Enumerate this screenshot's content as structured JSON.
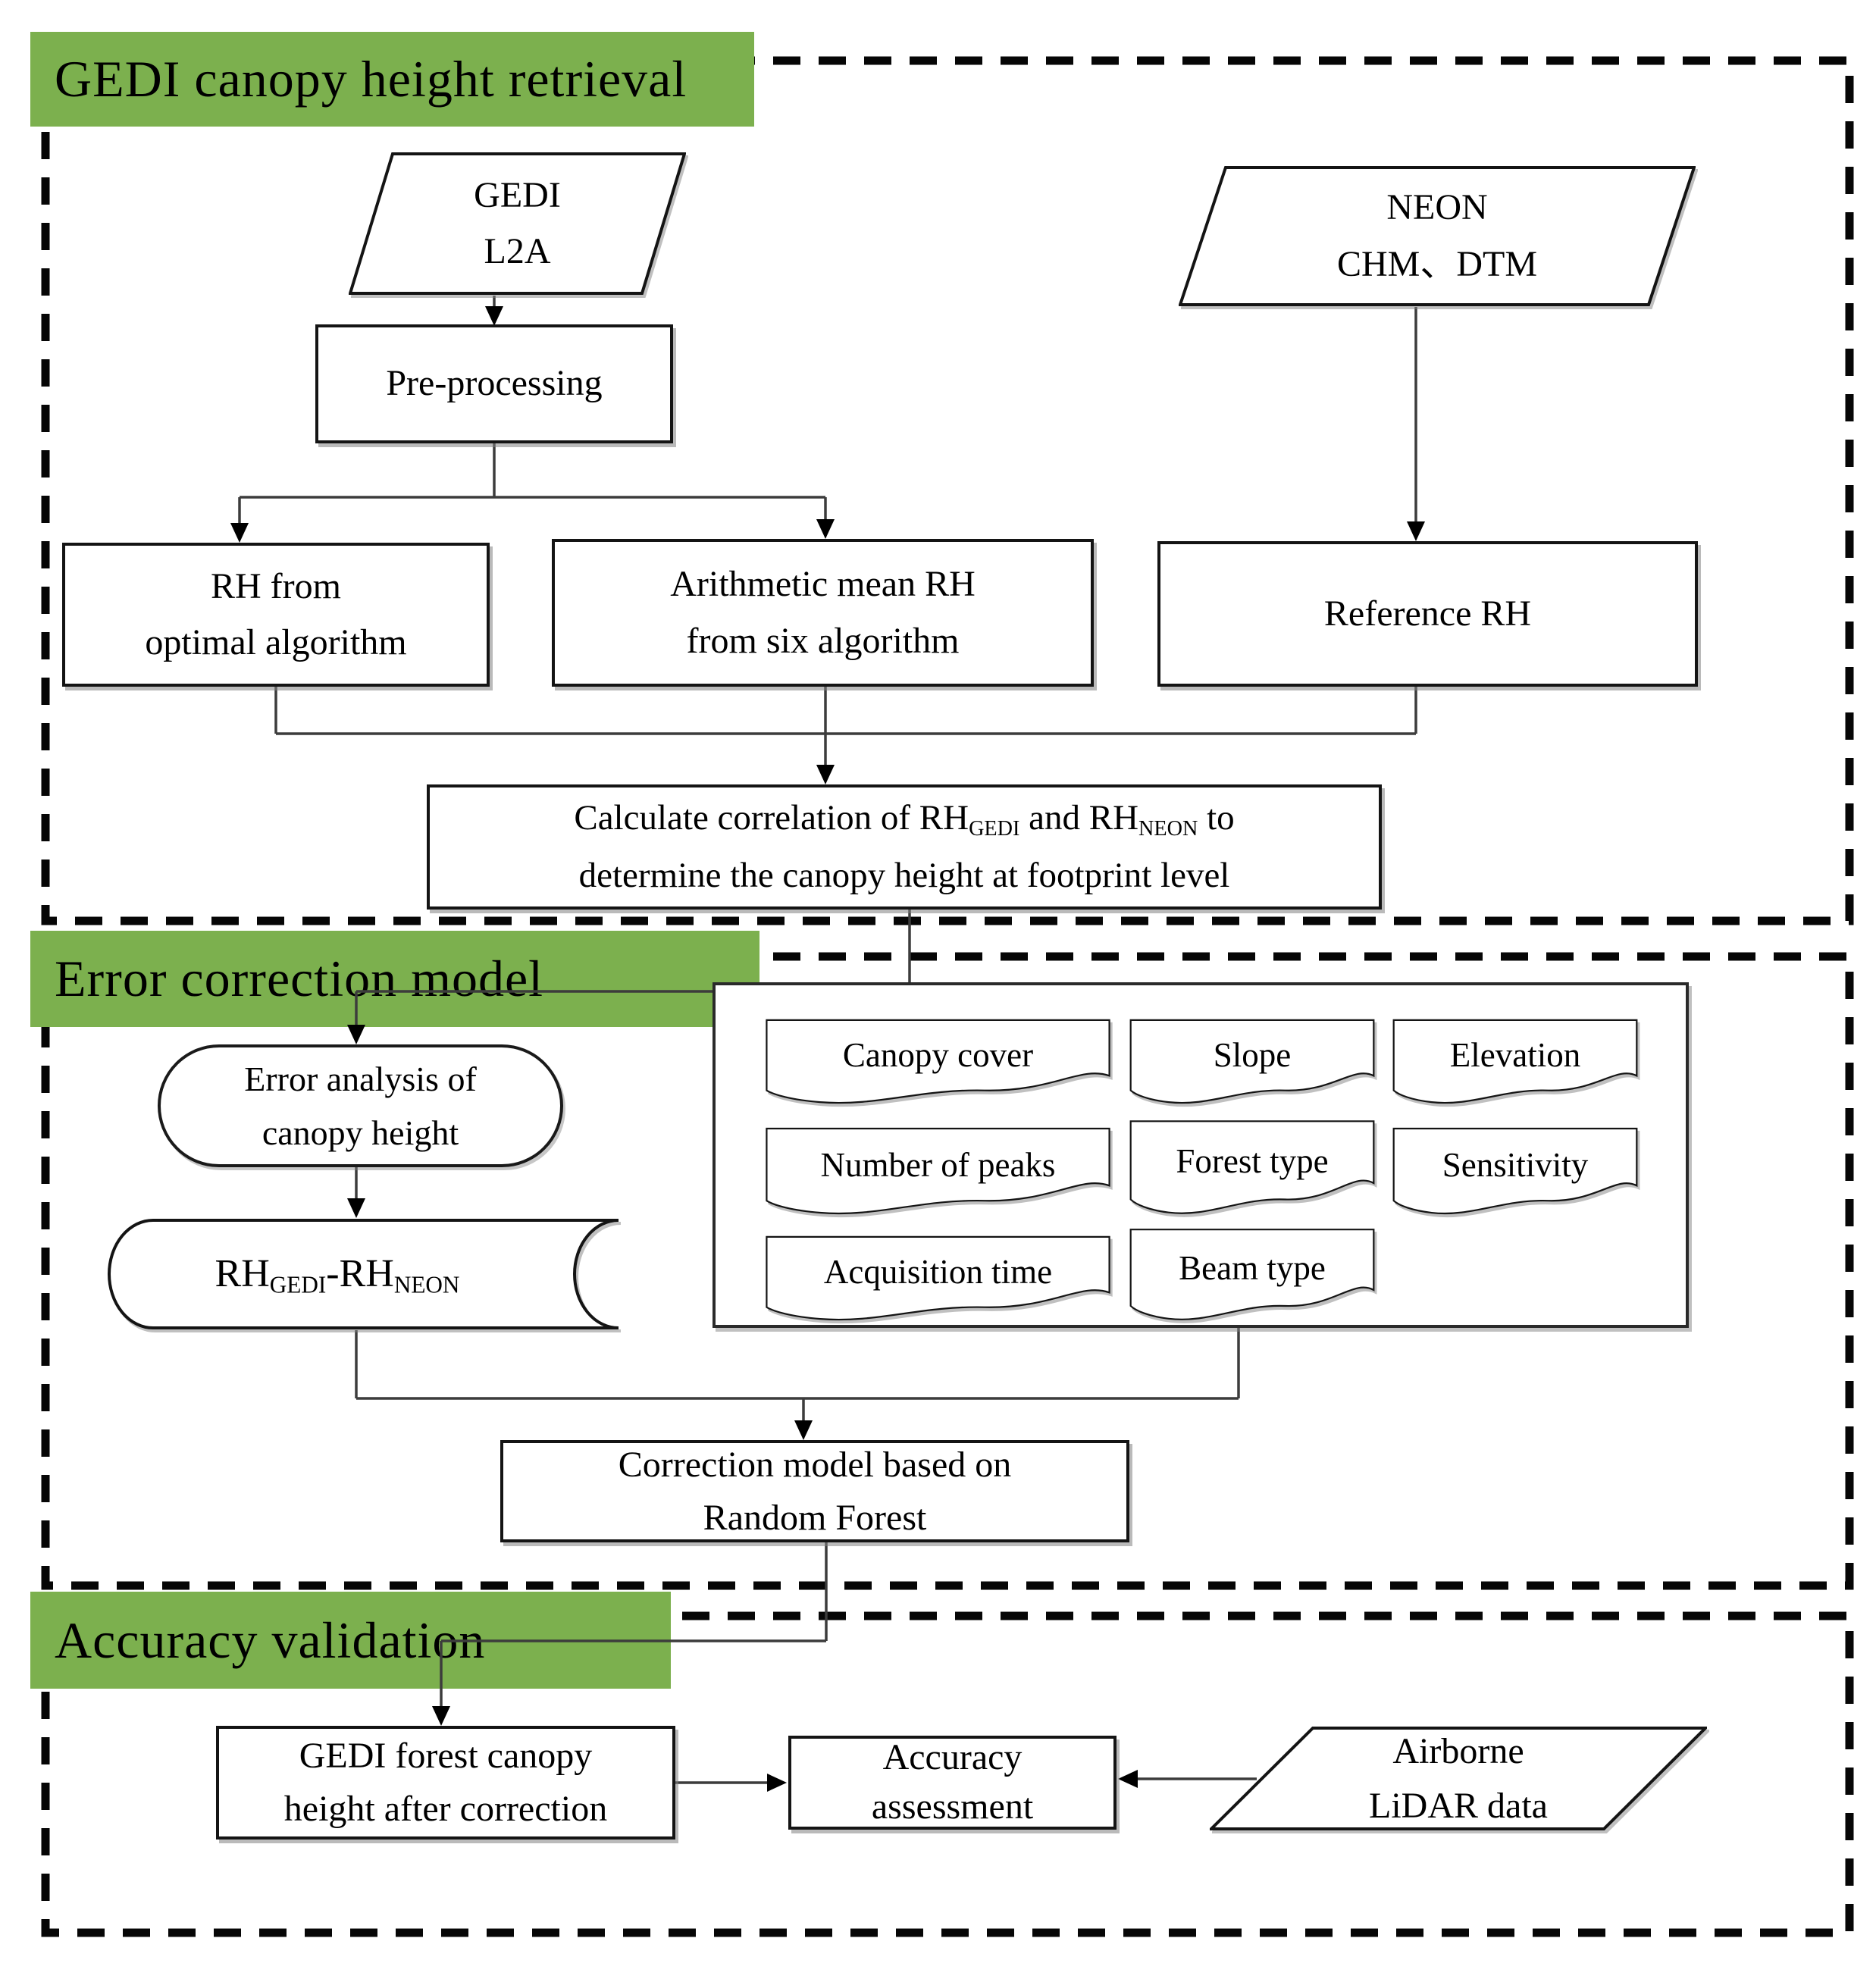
{
  "diagram": {
    "accent_green": "#7cb04e",
    "sections": [
      {
        "title": "GEDI canopy height retrieval"
      },
      {
        "title": "Error correction model"
      },
      {
        "title": "Accuracy validation"
      }
    ],
    "nodes": {
      "gedi_l2a": {
        "line1": "GEDI",
        "line2": "L2A"
      },
      "neon": {
        "line1": "NEON",
        "line2": "CHM、DTM"
      },
      "pre_processing": {
        "label": "Pre-processing"
      },
      "rh_optimal": {
        "line1": "RH from",
        "line2": "optimal algorithm"
      },
      "arithmetic": {
        "line1": "Arithmetic mean RH",
        "line2": "from six algorithm"
      },
      "reference_rh": {
        "label": "Reference RH"
      },
      "calculate": {
        "t1": "Calculate correlation of RH",
        "sub1": "GEDI",
        "t2": " and RH",
        "sub2": "NEON",
        "t3": " to",
        "line2": "determine the canopy height at footprint level"
      },
      "error_analysis": {
        "line1": "Error analysis of",
        "line2": "canopy height"
      },
      "rh_diff": {
        "t1": "RH",
        "sub1": "GEDI",
        "t2": "-RH",
        "sub2": "NEON"
      },
      "params": [
        "Canopy cover",
        "Slope",
        "Elevation",
        "Number of peaks",
        "Forest type",
        "Sensitivity",
        "Acquisition time",
        "Beam type"
      ],
      "correction": {
        "line1": "Correction model based on",
        "line2": "Random Forest"
      },
      "gedi_corrected": {
        "line1": "GEDI forest canopy",
        "line2": "height after correction"
      },
      "accuracy": {
        "line1": "Accuracy",
        "line2": "assessment"
      },
      "airborne": {
        "line1": "Airborne",
        "line2": "LiDAR data"
      }
    }
  }
}
